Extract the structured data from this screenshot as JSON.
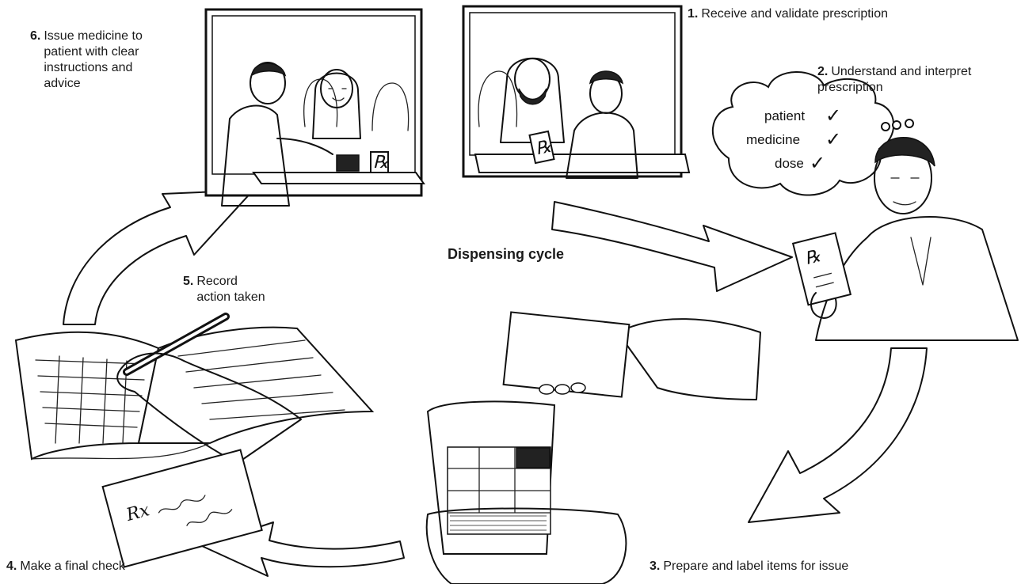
{
  "diagram": {
    "title": "Dispensing cycle",
    "steps": [
      {
        "num": "1.",
        "text": "Receive and validate prescription"
      },
      {
        "num": "2.",
        "text": "Understand and interpret\nprescription"
      },
      {
        "num": "3.",
        "text": "Prepare and label items for issue"
      },
      {
        "num": "4.",
        "text": "Make a final check"
      },
      {
        "num": "5.",
        "text": "Record\naction taken"
      },
      {
        "num": "6.",
        "text": "Issue medicine to\npatient with clear\ninstructions and\nadvice"
      }
    ],
    "thought_bubble": {
      "items": [
        "patient",
        "medicine",
        "dose"
      ],
      "check_glyph": "✓"
    },
    "prescription_symbol": "Rx",
    "icons": [
      "pharmacy-window-icon",
      "pharmacist-icon",
      "pill-packet-icon",
      "record-book-icon",
      "pen-icon",
      "prescription-slip-icon",
      "cycle-arrow-icon"
    ]
  }
}
